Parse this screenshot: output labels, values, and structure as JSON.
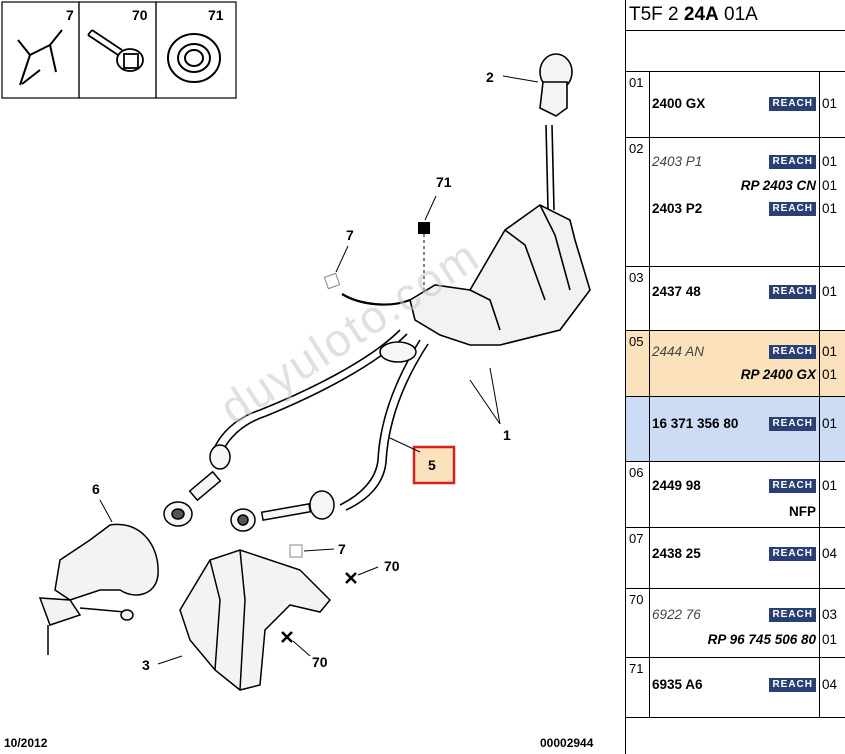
{
  "header": {
    "code_prefix": "T5F 2",
    "code_bold": "24A",
    "code_suffix": "01A"
  },
  "callouts": {
    "c1": "1",
    "c2": "2",
    "c3": "3",
    "c5": "5",
    "c6": "6",
    "c7a": "7",
    "c7b": "7",
    "c70a": "70",
    "c70b": "70",
    "c71": "71",
    "inset7": "7",
    "inset70": "70",
    "inset71": "71"
  },
  "footer": {
    "date": "10/2012",
    "doc": "00002944"
  },
  "watermark": "duyuloto.com",
  "reach_label": "REACH",
  "rows": [
    {
      "num": "01",
      "lines": [
        {
          "pn": "2400 GX",
          "style": "bold",
          "reach": true,
          "qty": "01"
        }
      ]
    },
    {
      "num": "02",
      "lines": [
        {
          "pn": "2403 P1",
          "style": "italic",
          "reach": true,
          "qty": "01"
        },
        {
          "rp": "RP 2403 CN",
          "qty": "01"
        },
        {
          "pn": "2403 P2",
          "style": "bold",
          "reach": true,
          "qty": "01"
        }
      ]
    },
    {
      "num": "03",
      "lines": [
        {
          "pn": "2437 48",
          "style": "bold",
          "reach": true,
          "qty": "01"
        }
      ]
    },
    {
      "num": "05",
      "lines": [
        {
          "pn": "2444 AN",
          "style": "italic",
          "reach": true,
          "qty": "01"
        },
        {
          "rp": "RP 2400 GX",
          "qty": "01"
        }
      ]
    },
    {
      "num": "",
      "lines": [
        {
          "pn": "16 371 356 80",
          "style": "bold",
          "reach": true,
          "qty": "01"
        }
      ]
    },
    {
      "num": "06",
      "lines": [
        {
          "pn": "2449 98",
          "style": "bold",
          "reach": true,
          "qty": "01"
        },
        {
          "note": "NFP"
        }
      ]
    },
    {
      "num": "07",
      "lines": [
        {
          "pn": "2438 25",
          "style": "bold",
          "reach": true,
          "qty": "04"
        }
      ]
    },
    {
      "num": "70",
      "lines": [
        {
          "pn": "6922 76",
          "style": "italic",
          "reach": true,
          "qty": "03"
        },
        {
          "rp": "RP 96 745 506 80",
          "qty": "01"
        }
      ]
    },
    {
      "num": "71",
      "lines": [
        {
          "pn": "6935 A6",
          "style": "bold",
          "reach": true,
          "qty": "04"
        }
      ]
    }
  ]
}
